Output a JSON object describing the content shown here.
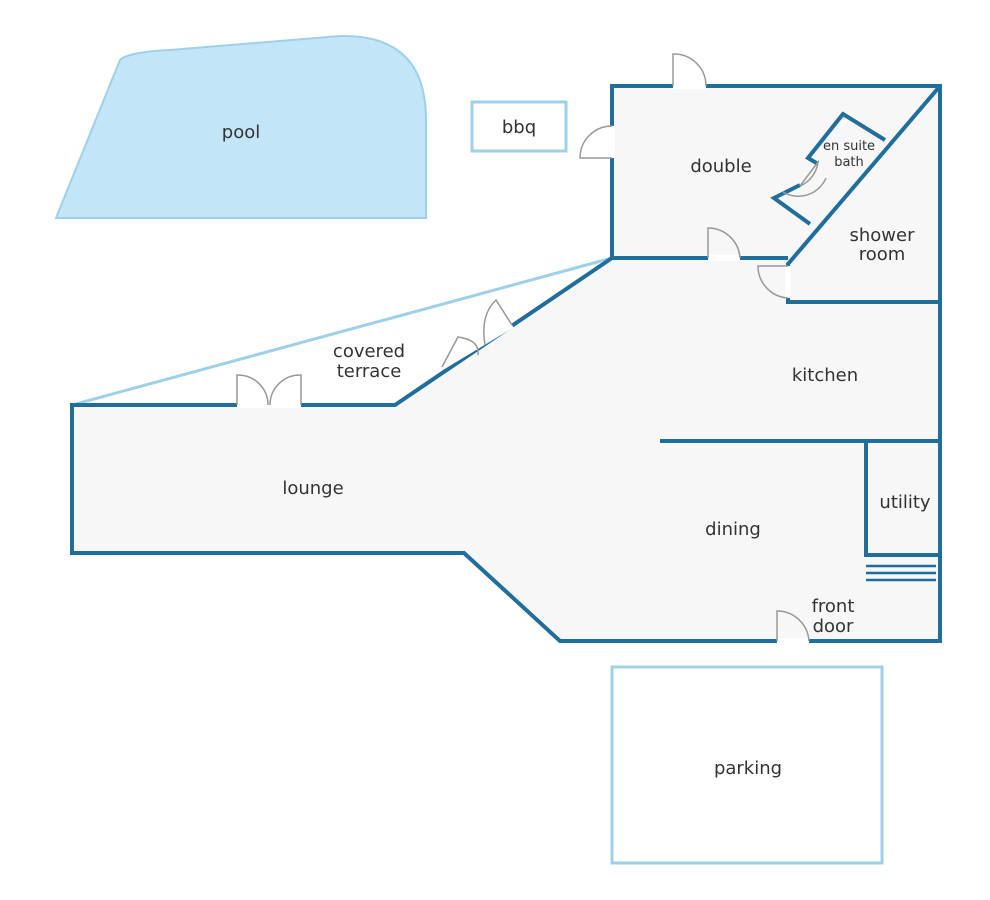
{
  "labels": {
    "pool": "pool",
    "bbq": "bbq",
    "double": "double",
    "en_suite_bath_1": "en suite",
    "en_suite_bath_2": "bath",
    "shower_room_1": "shower",
    "shower_room_2": "room",
    "covered_terrace_1": "covered",
    "covered_terrace_2": "terrace",
    "kitchen": "kitchen",
    "lounge": "lounge",
    "utility": "utility",
    "dining": "dining",
    "front_door_1": "front",
    "front_door_2": "door",
    "parking": "parking"
  },
  "colors": {
    "wall": "#1f6e9c",
    "interior": "#f7f7f8",
    "outdoor_outline": "#9fd0ea",
    "pool_fill": "#c2e5f8",
    "door": "#999999"
  }
}
